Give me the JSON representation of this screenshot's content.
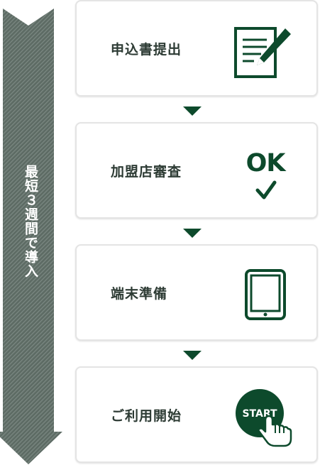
{
  "timeline": {
    "label": "最短３週間で導入"
  },
  "steps": [
    {
      "label": "申込書提出",
      "icon": "form-pen-icon"
    },
    {
      "label": "加盟店審査",
      "icon": "ok-check-icon",
      "badge": "OK"
    },
    {
      "label": "端末準備",
      "icon": "tablet-icon"
    },
    {
      "label": "ご利用開始",
      "icon": "start-tap-icon",
      "badge": "START"
    }
  ],
  "colors": {
    "primary": "#0d4a2c",
    "arrow": "#5d6b64",
    "card_border": "#e4e4e4"
  }
}
